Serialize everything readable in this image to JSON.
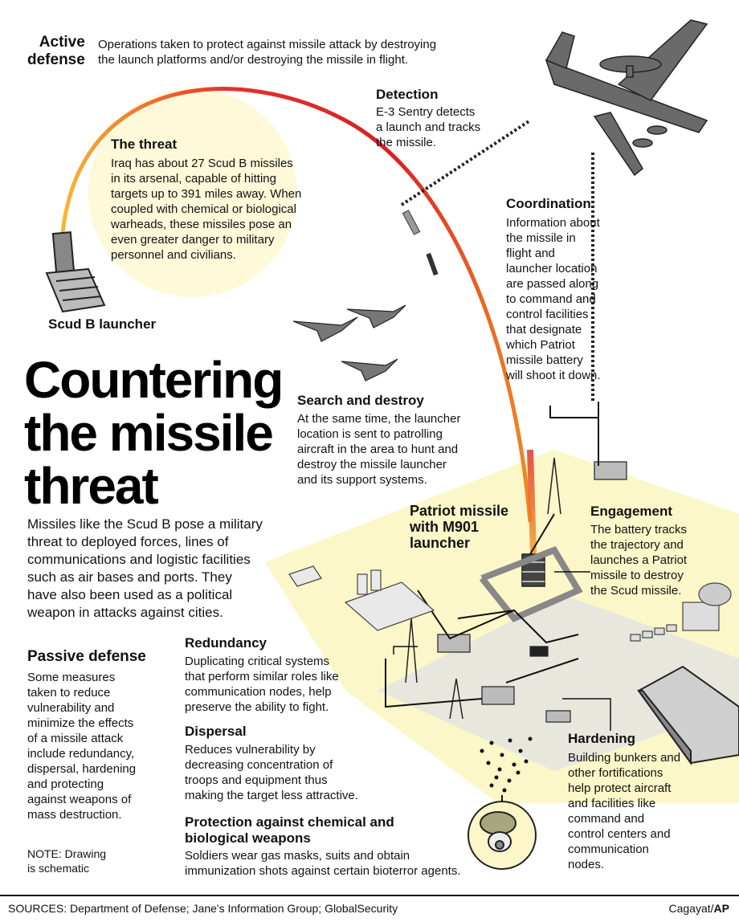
{
  "active_defense": {
    "title": "Active\ndefense",
    "text": "Operations taken to protect against missile attack by destroying\nthe launch platforms and/or destroying the missile in flight."
  },
  "threat": {
    "title": "The threat",
    "text": "Iraq has about 27 Scud B missiles\nin its arsenal, capable of hitting\ntargets up to 391 miles away. When\ncoupled with chemical or biological\nwarheads, these missiles pose an\neven greater danger to military\npersonnel and civilians."
  },
  "scud_label": "Scud B launcher",
  "detection": {
    "title": "Detection",
    "text": "E-3 Sentry detects\na launch and tracks\nthe missile."
  },
  "coordination": {
    "title": "Coordination",
    "text": "Information about\nthe missile in\nflight and\nlauncher location\nare passed along\nto command and\ncontrol facilities\nthat designate\nwhich Patriot\nmissile battery\nwill shoot it down."
  },
  "main_title": "Countering\nthe missile\nthreat",
  "intro": "Missiles like the Scud B pose a military\nthreat to deployed forces, lines of\ncommunications and logistic facilities\nsuch as air bases and ports. They\nhave also been used as a political\nweapon in attacks against cities.",
  "search": {
    "title": "Search and destroy",
    "text": "At the same time, the launcher\nlocation is sent to patrolling\naircraft in the area to hunt and\ndestroy the missile launcher\nand its support systems."
  },
  "patriot_label": "Patriot missile\nwith M901\nlauncher",
  "engagement": {
    "title": "Engagement",
    "text": "The battery tracks\nthe trajectory and\nlaunches a Patriot\nmissile to destroy\nthe Scud missile."
  },
  "passive": {
    "title": "Passive defense",
    "text": "Some measures\ntaken to reduce\nvulnerability and\nminimize the effects\nof a missile attack\ninclude redundancy,\ndispersal, hardening\nand protecting\nagainst weapons of\nmass destruction."
  },
  "note": "NOTE: Drawing\nis schematic",
  "redundancy": {
    "title": "Redundancy",
    "text": "Duplicating critical systems\nthat perform similar roles like\ncommunication nodes, help\npreserve the ability to fight."
  },
  "dispersal": {
    "title": "Dispersal",
    "text": "Reduces vulnerability by\ndecreasing concentration of\ntroops and equipment thus\nmaking the target less attractive."
  },
  "protection": {
    "title": "Protection against chemical and\nbiological weapons",
    "text": "Soldiers wear gas masks, suits and obtain\nimmunization shots against certain bioterror agents."
  },
  "hardening": {
    "title": "Hardening",
    "text": "Building bunkers and\nother fortifications\nhelp protect aircraft\nand facilities like\ncommand and\ncontrol centers and\ncommunication\nnodes."
  },
  "sources": "SOURCES: Department of Defense; Jane's Information Group; GlobalSecurity",
  "credit_name": "Cagayat/",
  "credit_agency": "AP",
  "colors": {
    "trajectory_start": "#f5a623",
    "trajectory_mid": "#e0262b",
    "ground": "#fbf7c8",
    "aircraft": "#666666"
  }
}
